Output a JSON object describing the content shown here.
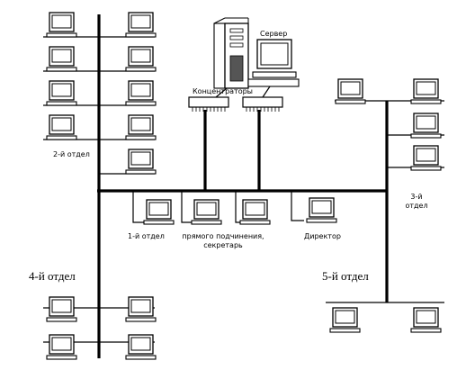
{
  "labels": {
    "server": "Сервер",
    "hubs": "Концентраторы",
    "dept2": "2-й отдел",
    "dept1": "1-й отдел",
    "direct_line1": "прямого подчинения,",
    "direct_line2": "секретарь",
    "director": "Директор",
    "dept3_line1": "3-й",
    "dept3_line2": "отдел",
    "dept4": "4-й отдел",
    "dept5": "5-й отдел"
  },
  "colors": {
    "cable": "#000000",
    "device_outline": "#000000",
    "screen_fill": "#ffffff",
    "server_body": "#ffffff",
    "server_panel": "#555555",
    "background": "#ffffff"
  },
  "icons": {
    "workstation": "monitor-icon",
    "server": "server-tower-icon",
    "hub": "hub-icon"
  }
}
